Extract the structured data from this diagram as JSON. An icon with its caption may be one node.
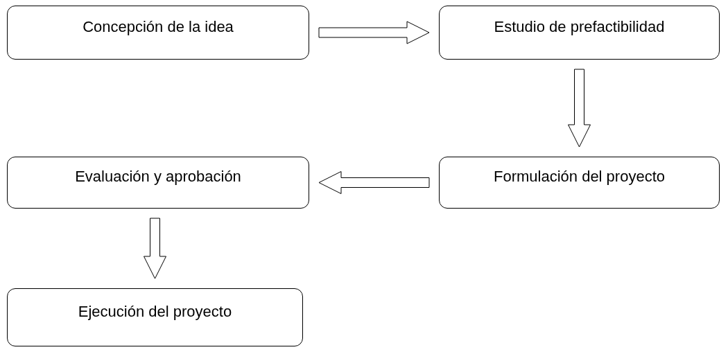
{
  "diagram": {
    "nodes": [
      {
        "text": [
          "Concepción de la idea"
        ]
      },
      {
        "text": [
          "Estudio de prefactibilidad"
        ]
      },
      {
        "text": [
          "Formulación del proyecto"
        ]
      },
      {
        "text": [
          "Evaluación y aprobación"
        ]
      },
      {
        "text": [
          "Ejecución del proyecto"
        ]
      }
    ],
    "edges": [
      {
        "from": 0,
        "to": 1,
        "arrow": "to"
      },
      {
        "from": 1,
        "to": 2,
        "arrow": "to"
      },
      {
        "from": 2,
        "to": 3,
        "arrow": "to"
      },
      {
        "from": 3,
        "to": 4,
        "arrow": "to"
      }
    ]
  }
}
